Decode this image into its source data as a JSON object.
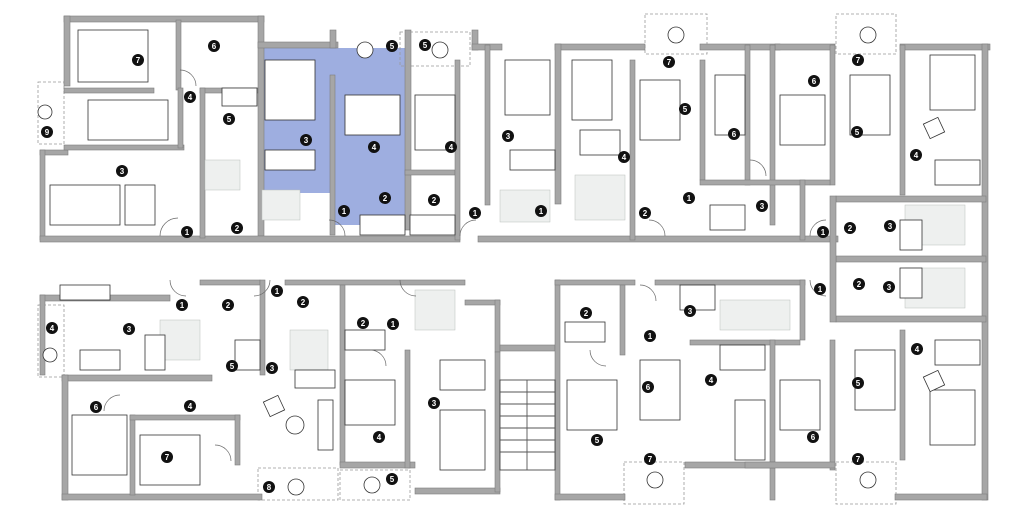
{
  "plan": {
    "highlight_color": "#9eaee0",
    "wall_color": "#a6a6a6",
    "labels": [
      {
        "id": "l1",
        "text": "7"
      },
      {
        "id": "l2",
        "text": "6"
      },
      {
        "id": "l3",
        "text": "4"
      },
      {
        "id": "l4",
        "text": "5"
      },
      {
        "id": "l5",
        "text": "9"
      },
      {
        "id": "l6",
        "text": "3"
      },
      {
        "id": "l7",
        "text": "1"
      },
      {
        "id": "l8",
        "text": "2"
      },
      {
        "id": "l9",
        "text": "3"
      },
      {
        "id": "l10",
        "text": "4"
      },
      {
        "id": "l11",
        "text": "2"
      },
      {
        "id": "l12",
        "text": "1"
      },
      {
        "id": "l13",
        "text": "5"
      },
      {
        "id": "l14",
        "text": "5"
      },
      {
        "id": "l15",
        "text": "4"
      },
      {
        "id": "l16",
        "text": "2"
      },
      {
        "id": "l17",
        "text": "1"
      },
      {
        "id": "l18",
        "text": "3"
      },
      {
        "id": "l19",
        "text": "1"
      },
      {
        "id": "l20",
        "text": "4"
      },
      {
        "id": "l21",
        "text": "2"
      },
      {
        "id": "l22",
        "text": "7"
      },
      {
        "id": "l23",
        "text": "5"
      },
      {
        "id": "l24",
        "text": "6"
      },
      {
        "id": "l25",
        "text": "1"
      },
      {
        "id": "l26",
        "text": "3"
      },
      {
        "id": "l27",
        "text": "6"
      },
      {
        "id": "l28",
        "text": "7"
      },
      {
        "id": "l29",
        "text": "5"
      },
      {
        "id": "l30",
        "text": "4"
      },
      {
        "id": "l31",
        "text": "1"
      },
      {
        "id": "l32",
        "text": "2"
      },
      {
        "id": "l33",
        "text": "3"
      },
      {
        "id": "l34",
        "text": "2"
      },
      {
        "id": "l35",
        "text": "3"
      },
      {
        "id": "l36",
        "text": "1"
      },
      {
        "id": "l37",
        "text": "4"
      },
      {
        "id": "l38",
        "text": "3"
      },
      {
        "id": "l39",
        "text": "2"
      },
      {
        "id": "l40",
        "text": "5"
      },
      {
        "id": "l41",
        "text": "6"
      },
      {
        "id": "l42",
        "text": "4"
      },
      {
        "id": "l43",
        "text": "7"
      },
      {
        "id": "l44",
        "text": "8"
      },
      {
        "id": "l45",
        "text": "1"
      },
      {
        "id": "l46",
        "text": "2"
      },
      {
        "id": "l47",
        "text": "2"
      },
      {
        "id": "l48",
        "text": "3"
      },
      {
        "id": "l49",
        "text": "1"
      },
      {
        "id": "l50",
        "text": "4"
      },
      {
        "id": "l51",
        "text": "3"
      },
      {
        "id": "l52",
        "text": "5"
      },
      {
        "id": "l53",
        "text": "2"
      },
      {
        "id": "l54",
        "text": "1"
      },
      {
        "id": "l55",
        "text": "3"
      },
      {
        "id": "l56",
        "text": "5"
      },
      {
        "id": "l57",
        "text": "7"
      },
      {
        "id": "l58",
        "text": "6"
      },
      {
        "id": "l59",
        "text": "4"
      },
      {
        "id": "l60",
        "text": "1"
      },
      {
        "id": "l61",
        "text": "6"
      },
      {
        "id": "l62",
        "text": "5"
      },
      {
        "id": "l63",
        "text": "7"
      },
      {
        "id": "l64",
        "text": "4"
      },
      {
        "id": "l65",
        "text": "1"
      }
    ]
  }
}
